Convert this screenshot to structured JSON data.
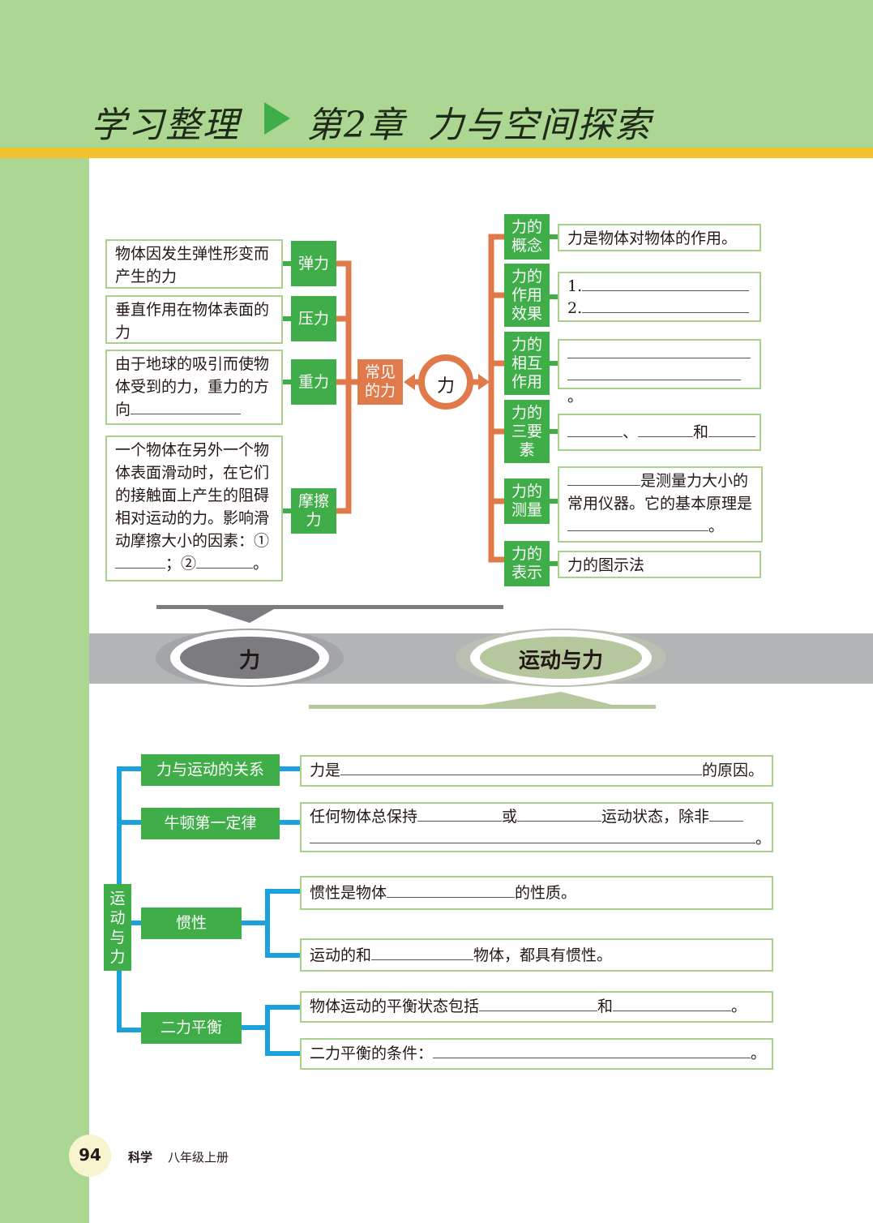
{
  "header": {
    "section": "学习整理",
    "chapter": "第2章",
    "chapter_title": "力与空间探索"
  },
  "force_map": {
    "center": "力",
    "common_forces": {
      "label": "常见的力",
      "items": [
        {
          "label": "弹力",
          "desc": "物体因发生弹性形变而产生的力"
        },
        {
          "label": "压力",
          "desc": "垂直作用在物体表面的力"
        },
        {
          "label": "重力",
          "desc": "由于地球的吸引而使物体受到的力，重力的方向"
        },
        {
          "label": "摩擦力",
          "desc": "一个物体在另外一个物体表面滑动时，在它们的接触面上产生的阻碍相对运动的力。影响滑动摩擦大小的因素：",
          "blank1": "①",
          "sep": "；②",
          "end": "。"
        }
      ]
    },
    "aspects": [
      {
        "label": "力的概念",
        "text": "力是物体对物体的作用。"
      },
      {
        "label": "力的作用效果",
        "n1": "1.",
        "n2": "2."
      },
      {
        "label": "力的相互作用",
        "end": "。"
      },
      {
        "label": "力的三要素",
        "sep1": "、",
        "sep2": "和"
      },
      {
        "label": "力的测量",
        "t1": "是测量力大小的常用仪器。它的基本原理是",
        "end": "。"
      },
      {
        "label": "力的表示",
        "text": "力的图示法"
      }
    ]
  },
  "bridge": {
    "left": "力",
    "right": "运动与力"
  },
  "motion_map": {
    "root": "运动与力",
    "items": [
      {
        "label": "力与运动的关系",
        "rows": [
          {
            "a": "力是",
            "b": "的原因。"
          }
        ]
      },
      {
        "label": "牛顿第一定律",
        "rows": [
          {
            "a": "任何物体总保持",
            "b": "或",
            "c": "运动状态，除非",
            "end": "。"
          }
        ]
      },
      {
        "label": "惯性",
        "rows": [
          {
            "a": "惯性是物体",
            "b": "的性质。"
          },
          {
            "a": "运动的和",
            "b": "物体，都具有惯性。"
          }
        ]
      },
      {
        "label": "二力平衡",
        "rows": [
          {
            "a": "物体运动的平衡状态包括",
            "b": "和",
            "end": "。"
          },
          {
            "a": "二力平衡的条件：",
            "end": "。"
          }
        ]
      }
    ]
  },
  "footer": {
    "page": "94",
    "subject": "科学",
    "grade": "八年级上册"
  },
  "colors": {
    "green": "#3fae49",
    "orange": "#e07a4a",
    "blue": "#1ba1dc",
    "band": "#acd793",
    "stripe": "#f2c230"
  }
}
